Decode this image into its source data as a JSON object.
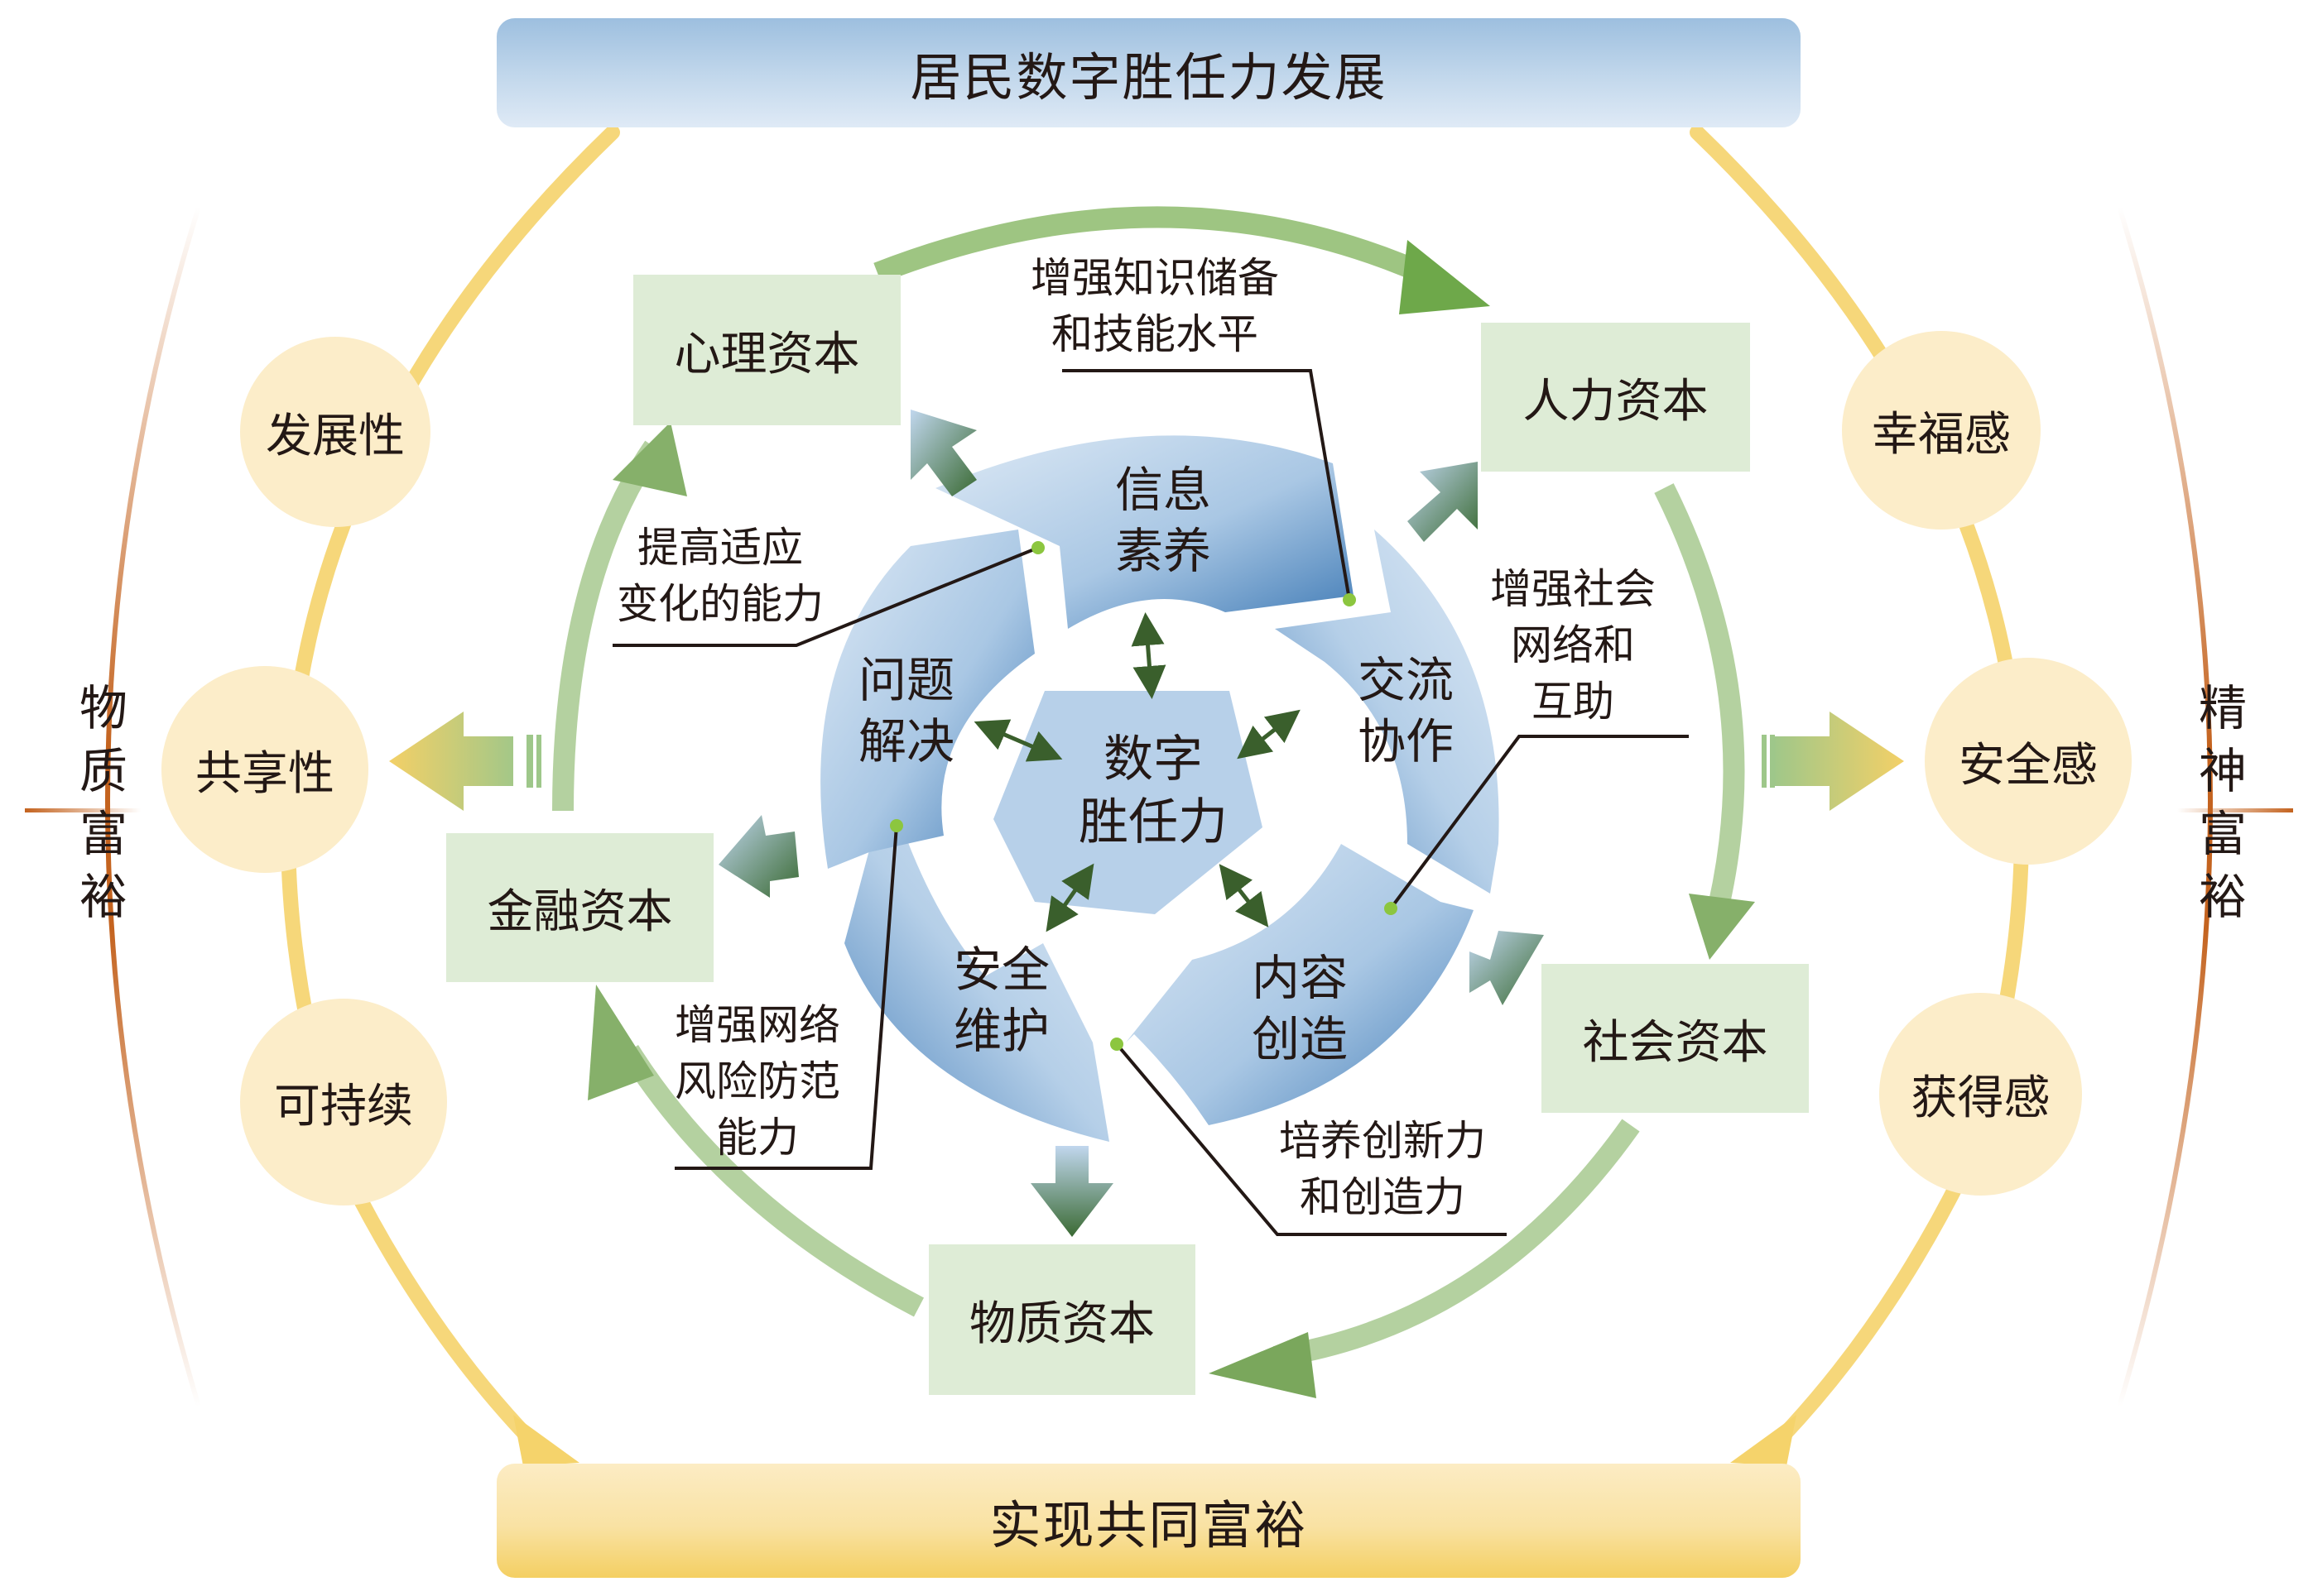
{
  "title": "居民数字胜任力发展",
  "goal": "实现共同富裕",
  "core": {
    "label_line1": "数字",
    "label_line2": "胜任力",
    "segments": [
      {
        "id": "info",
        "line1": "信息",
        "line2": "素养"
      },
      {
        "id": "comm",
        "line1": "交流",
        "line2": "协作"
      },
      {
        "id": "content",
        "line1": "内容",
        "line2": "创造"
      },
      {
        "id": "security",
        "line1": "安全",
        "line2": "维护"
      },
      {
        "id": "problem",
        "line1": "问题",
        "line2": "解决"
      }
    ]
  },
  "capitals": [
    {
      "id": "psych",
      "label": "心理资本"
    },
    {
      "id": "human",
      "label": "人力资本"
    },
    {
      "id": "social",
      "label": "社会资本"
    },
    {
      "id": "physical",
      "label": "物质资本"
    },
    {
      "id": "financial",
      "label": "金融资本"
    }
  ],
  "annotations": [
    {
      "id": "knowledge",
      "lines": [
        "增强知识储备",
        "和技能水平"
      ]
    },
    {
      "id": "social-net",
      "lines": [
        "增强社会",
        "网络和",
        "互助"
      ]
    },
    {
      "id": "innovation",
      "lines": [
        "培养创新力",
        "和创造力"
      ]
    },
    {
      "id": "risk",
      "lines": [
        "增强网络",
        "风险防范",
        "能力"
      ]
    },
    {
      "id": "adapt",
      "lines": [
        "提高适应",
        "变化的能力"
      ]
    }
  ],
  "material": {
    "side_label": [
      "物",
      "质",
      "富",
      "裕"
    ],
    "attributes": [
      "发展性",
      "共享性",
      "可持续"
    ]
  },
  "spiritual": {
    "side_label": [
      "精",
      "神",
      "富",
      "裕"
    ],
    "attributes": [
      "幸福感",
      "安全感",
      "获得感"
    ]
  },
  "colors": {
    "segment_light": "#d3e3f2",
    "segment_dark": "#3f7ab5",
    "capital_fill": "#deecd6",
    "cycle_arrow": "#7fae5e",
    "dark_green": "#3a5f2c",
    "attribute_fill": "#fcedc9",
    "yellow_line": "#f5d36b",
    "brown_arc": "#c4631f",
    "leader_dot": "#8cc63f"
  }
}
